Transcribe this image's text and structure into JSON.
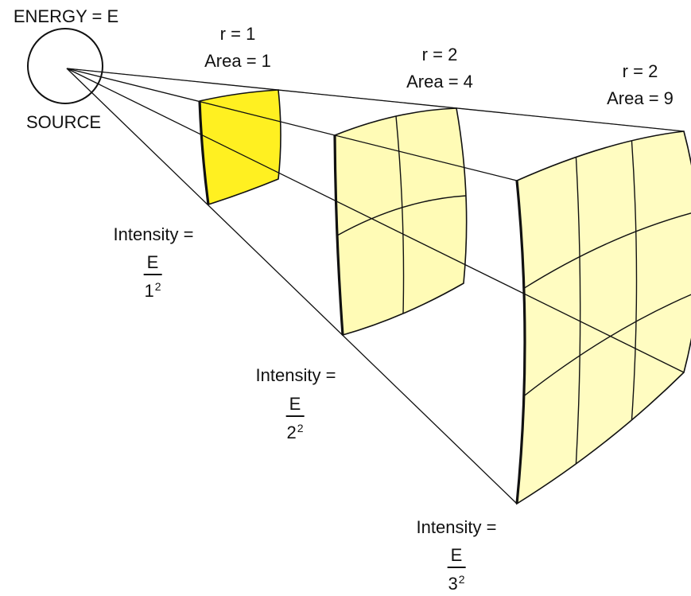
{
  "source": {
    "energy_label": "ENERGY = E",
    "label": "SOURCE"
  },
  "surfaces": [
    {
      "r_label": "r = 1",
      "area_label": "Area = 1",
      "grid": 1,
      "color": "#fff021"
    },
    {
      "r_label": "r = 2",
      "area_label": "Area = 4",
      "grid": 2,
      "color": "#fffaa6"
    },
    {
      "r_label": "r = 2",
      "area_label": "Area = 9",
      "grid": 3,
      "color": "#fffbb3"
    }
  ],
  "intensity": [
    {
      "label": "Intensity =",
      "numerator": "E",
      "base": "1",
      "exponent": "2"
    },
    {
      "label": "Intensity =",
      "numerator": "E",
      "base": "2",
      "exponent": "2"
    },
    {
      "label": "Intensity =",
      "numerator": "E",
      "base": "3",
      "exponent": "2"
    }
  ],
  "colors": {
    "stroke": "#111111"
  }
}
